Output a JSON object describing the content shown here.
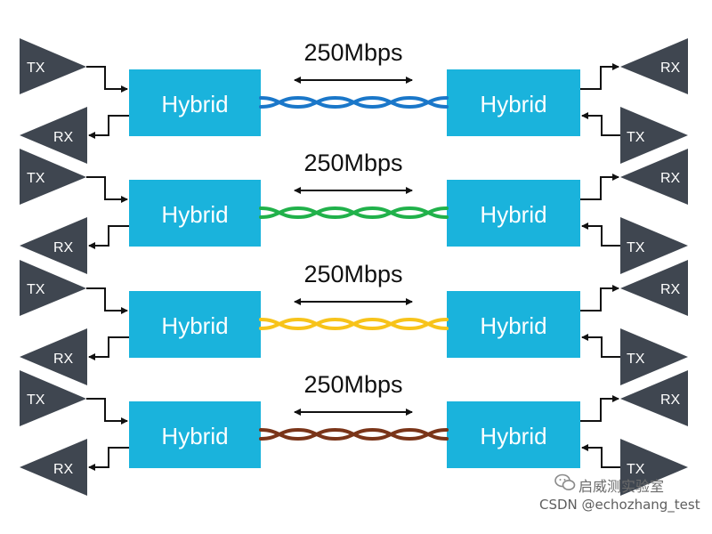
{
  "colors": {
    "hybrid_box": "#1ab3dc",
    "triangle": "#3f4650",
    "connector": "#111111",
    "channels": [
      "#1a77c9",
      "#20b14a",
      "#f7c31a",
      "#7a3418"
    ]
  },
  "channels": [
    {
      "rate": "250Mbps",
      "left_box": "Hybrid",
      "right_box": "Hybrid",
      "left_tx": "TX",
      "left_rx": "RX",
      "right_rx": "RX",
      "right_tx": "TX"
    },
    {
      "rate": "250Mbps",
      "left_box": "Hybrid",
      "right_box": "Hybrid",
      "left_tx": "TX",
      "left_rx": "RX",
      "right_rx": "RX",
      "right_tx": "TX"
    },
    {
      "rate": "250Mbps",
      "left_box": "Hybrid",
      "right_box": "Hybrid",
      "left_tx": "TX",
      "left_rx": "RX",
      "right_rx": "RX",
      "right_tx": "TX"
    },
    {
      "rate": "250Mbps",
      "left_box": "Hybrid",
      "right_box": "Hybrid",
      "left_tx": "TX",
      "left_rx": "RX",
      "right_rx": "RX",
      "right_tx": "TX"
    }
  ],
  "watermark": {
    "wechat_icon": "wechat-icon",
    "brand": "启威测实验室",
    "author": "CSDN @echozhang_test"
  }
}
